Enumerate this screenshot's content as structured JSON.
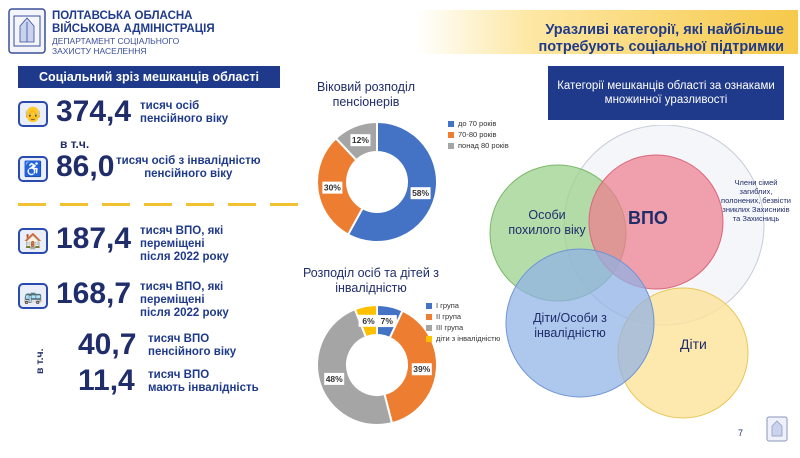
{
  "header": {
    "org_line1": "ПОЛТАВСЬКА ОБЛАСНА",
    "org_line2": "ВІЙСЬКОВА АДМІНІСТРАЦІЯ",
    "dept_line1": "ДЕПАРТАМЕНТ СОЦІАЛЬНОГО",
    "dept_line2": "ЗАХИСТУ НАСЕЛЕННЯ",
    "title_line1": "Уразливі категорії, які найбільше",
    "title_line2": "потребують соціальної підтримки"
  },
  "left": {
    "section_title": "Соціальний зріз мешканців області",
    "stat1": {
      "value": "374,4",
      "line1": "тисяч осіб",
      "line2": "пенсійного віку"
    },
    "vtch_label": "в т.ч.",
    "stat2": {
      "value": "86,0",
      "line1": "тисяч осіб з інвалідністю",
      "line2": "пенсійного віку"
    },
    "stat3": {
      "value": "187,4",
      "line1": "тисяч ВПО, які",
      "line2": "переміщені",
      "line3": "після 2022 року"
    },
    "stat4": {
      "value": "168,7",
      "line1": "тисяч ВПО, які",
      "line2": "переміщені",
      "line3": "після 2022 року"
    },
    "vtch_vertical": "в т.ч.",
    "stat5": {
      "value": "40,7",
      "line1": "тисяч ВПО",
      "line2": "пенсійного віку"
    },
    "stat6": {
      "value": "11,4",
      "line1": "тисяч ВПО",
      "line2": "мають інвалідність"
    }
  },
  "chart_data": [
    {
      "type": "pie",
      "title": "Віковий розподіл пенсіонерів",
      "categories": [
        "до 70 років",
        "70-80 років",
        "понад 80 років"
      ],
      "values": [
        58,
        30,
        12
      ],
      "labels": [
        "58%",
        "30%",
        "12%"
      ],
      "colors": [
        "#4472c4",
        "#ed7d31",
        "#a5a5a5"
      ],
      "legend": "right"
    },
    {
      "type": "pie",
      "title": "Розподіл осіб та дітей з інвалідністю",
      "categories": [
        "І група",
        "ІІ група",
        "ІІІ група",
        "діти з інвалідністю"
      ],
      "values": [
        7,
        39,
        48,
        6
      ],
      "labels": [
        "7%",
        "39%",
        "48%",
        "6%"
      ],
      "colors": [
        "#4472c4",
        "#ed7d31",
        "#a5a5a5",
        "#ffc000"
      ],
      "legend": "right"
    }
  ],
  "right": {
    "cat_title": "Категорії мешканців області за ознаками множинної уразливості",
    "venn": {
      "elderly": "Особи похилого віку",
      "vpo": "ВПО",
      "families": "Члени сімей загиблих, полонених, безвісти зниклих Захисників та Захисниць",
      "disabled": "Діти/Особи з інвалідністю",
      "children": "Діти"
    }
  },
  "footer": {
    "page_number": "7"
  }
}
